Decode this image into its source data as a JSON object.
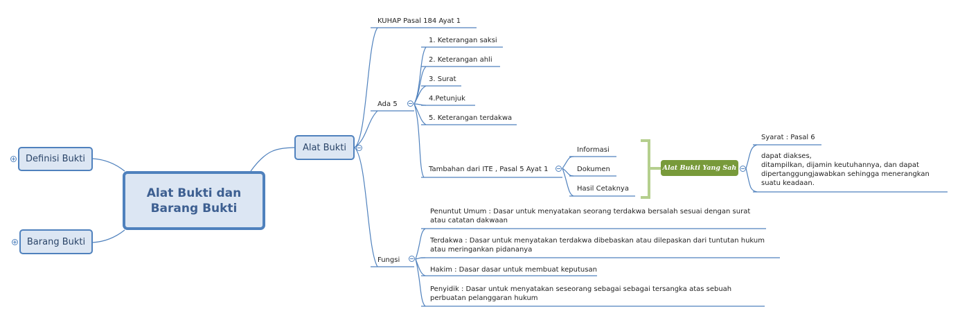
{
  "central": {
    "title": "Alat Bukti dan Barang Bukti"
  },
  "left_nodes": {
    "definisi": "Definisi Bukti",
    "barang": "Barang Bukti"
  },
  "alat_bukti": {
    "label": "Alat Bukti",
    "kuhap": "KUHAP Pasal 184 Ayat 1",
    "ada5": {
      "label": "Ada 5",
      "items": [
        "1. Keterangan saksi",
        "2. Keterangan ahli",
        "3. Surat",
        "4.Petunjuk",
        "5. Keterangan terdakwa"
      ]
    },
    "ite": {
      "label": "Tambahan dari ITE , Pasal 5 Ayat 1",
      "items": [
        "Informasi",
        "Dokumen",
        "Hasil Cetaknya"
      ],
      "summary": "Alat Bukti Yang Sah",
      "syarat": "Syarat : Pasal 6",
      "syarat_detail": "dapat diakses,\nditampilkan, dijamin keutuhannya, dan dapat dipertanggungjawabkan sehingga menerangkan suatu keadaan."
    },
    "fungsi": {
      "label": "Fungsi",
      "items": [
        "Penuntut Umum  : Dasar untuk menyatakan seorang terdakwa bersalah sesuai dengan surat atau catatan dakwaan",
        "Terdakwa : Dasar untuk menyatakan terdakwa dibebaskan atau dilepaskan dari tuntutan hukum atau meringankan pidananya",
        "Hakim : Dasar dasar untuk membuat keputusan",
        "Penyidik : Dasar untuk menyatakan seseorang sebagai sebagai tersangka atas sebuah perbuatan pelanggaran hukum"
      ]
    }
  },
  "colors": {
    "line": "#4f81bd",
    "box_fill": "#dce6f3",
    "bracket": "#b5cf8e",
    "pill": "#789a3a"
  }
}
